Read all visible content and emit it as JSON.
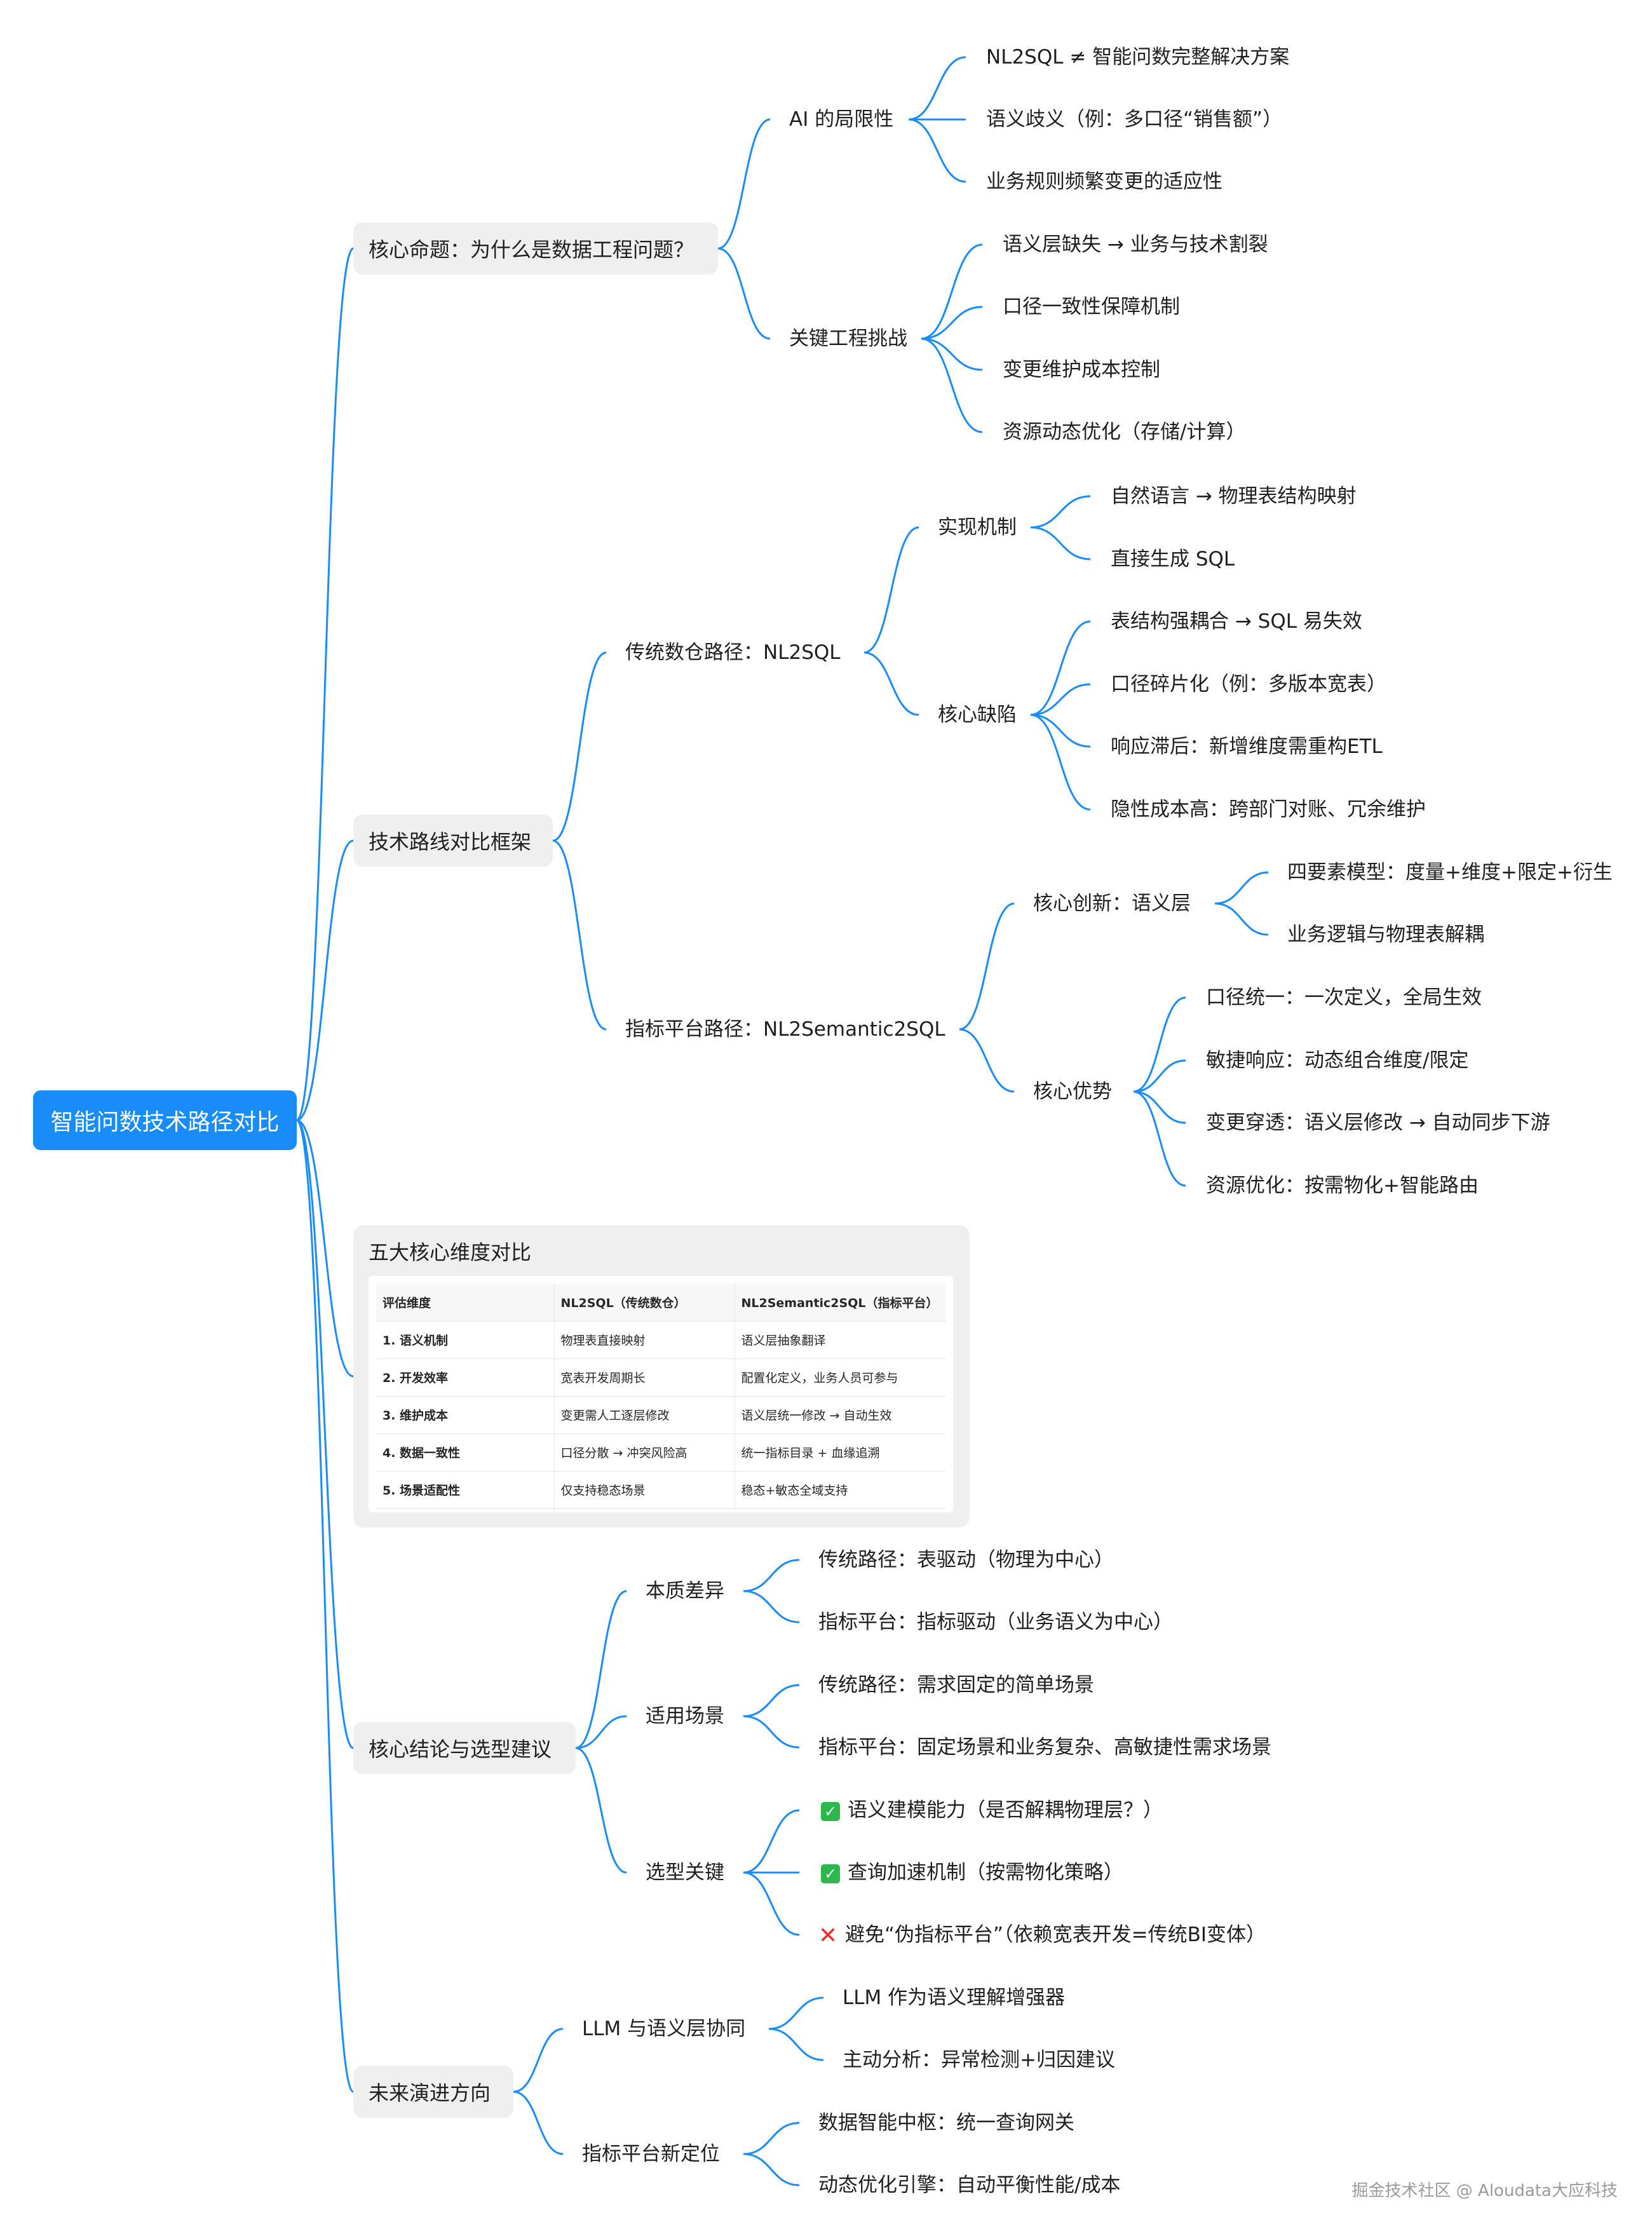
{
  "root": {
    "label": "智能问数技术路径对比"
  },
  "branches": {
    "core_question": {
      "label": "核心命题：为什么是数据工程问题？",
      "ai_limits": {
        "label": "AI 的局限性",
        "items": [
          "NL2SQL ≠ 智能问数完整解决方案",
          "语义歧义（例：多口径“销售额”）",
          "业务规则频繁变更的适应性"
        ]
      },
      "engineering_challenges": {
        "label": "关键工程挑战",
        "items": [
          "语义层缺失 → 业务与技术割裂",
          "口径一致性保障机制",
          "变更维护成本控制",
          "资源动态优化（存储/计算）"
        ]
      }
    },
    "tech_route": {
      "label": "技术路线对比框架",
      "traditional": {
        "label": "传统数仓路径：NL2SQL",
        "mechanism": {
          "label": "实现机制",
          "items": [
            "自然语言 → 物理表结构映射",
            "直接生成 SQL"
          ]
        },
        "defects": {
          "label": "核心缺陷",
          "items": [
            "表结构强耦合 → SQL 易失效",
            "口径碎片化（例：多版本宽表）",
            "响应滞后：新增维度需重构ETL",
            "隐性成本高：跨部门对账、冗余维护"
          ]
        }
      },
      "metric_platform": {
        "label": "指标平台路径：NL2Semantic2SQL",
        "innovation": {
          "label": "核心创新：语义层",
          "items": [
            "四要素模型：度量+维度+限定+衍生",
            "业务逻辑与物理表解耦"
          ]
        },
        "advantages": {
          "label": "核心优势",
          "items": [
            "口径统一：一次定义，全局生效",
            "敏捷响应：动态组合维度/限定",
            "变更穿透：语义层修改 → 自动同步下游",
            "资源优化：按需物化+智能路由"
          ]
        }
      }
    },
    "comparison": {
      "label": "五大核心维度对比",
      "headers": [
        "评估维度",
        "NL2SQL（传统数仓）",
        "NL2Semantic2SQL（指标平台）"
      ],
      "rows": [
        [
          "1. 语义机制",
          "物理表直接映射",
          "语义层抽象翻译"
        ],
        [
          "2. 开发效率",
          "宽表开发周期长",
          "配置化定义，业务人员可参与"
        ],
        [
          "3. 维护成本",
          "变更需人工逐层修改",
          "语义层统一修改 → 自动生效"
        ],
        [
          "4. 数据一致性",
          "口径分散 → 冲突风险高",
          "统一指标目录 + 血缘追溯"
        ],
        [
          "5. 场景适配性",
          "仅支持稳态场景",
          "稳态+敏态全域支持"
        ]
      ]
    },
    "conclusion": {
      "label": "核心结论与选型建议",
      "essence": {
        "label": "本质差异",
        "items": [
          "传统路径：表驱动（物理为中心）",
          "指标平台：指标驱动（业务语义为中心）"
        ]
      },
      "scenarios": {
        "label": "适用场景",
        "items": [
          "传统路径：需求固定的简单场景",
          "指标平台：固定场景和业务复杂、高敏捷性需求场景"
        ]
      },
      "selection": {
        "label": "选型关键",
        "items": [
          {
            "icon": "check-mark-icon",
            "text": "语义建模能力（是否解耦物理层？）"
          },
          {
            "icon": "check-mark-icon",
            "text": "查询加速机制（按需物化策略）"
          },
          {
            "icon": "cross-mark-icon",
            "text": "避免“伪指标平台”（依赖宽表开发=传统BI变体）"
          }
        ]
      }
    },
    "future": {
      "label": "未来演进方向",
      "llm": {
        "label": "LLM 与语义层协同",
        "items": [
          "LLM 作为语义理解增强器",
          "主动分析：异常检测+归因建议"
        ]
      },
      "repositioning": {
        "label": "指标平台新定位",
        "items": [
          "数据智能中枢：统一查询网关",
          "动态优化引擎：自动平衡性能/成本"
        ]
      }
    }
  },
  "watermark": "掘金技术社区 @ Aloudata大应科技",
  "colors": {
    "root_bg": "#1a8cfa",
    "connector": "#1a8cfa",
    "level1_bg": "#efefef",
    "check": "#2db84d",
    "cross": "#e5322d"
  }
}
